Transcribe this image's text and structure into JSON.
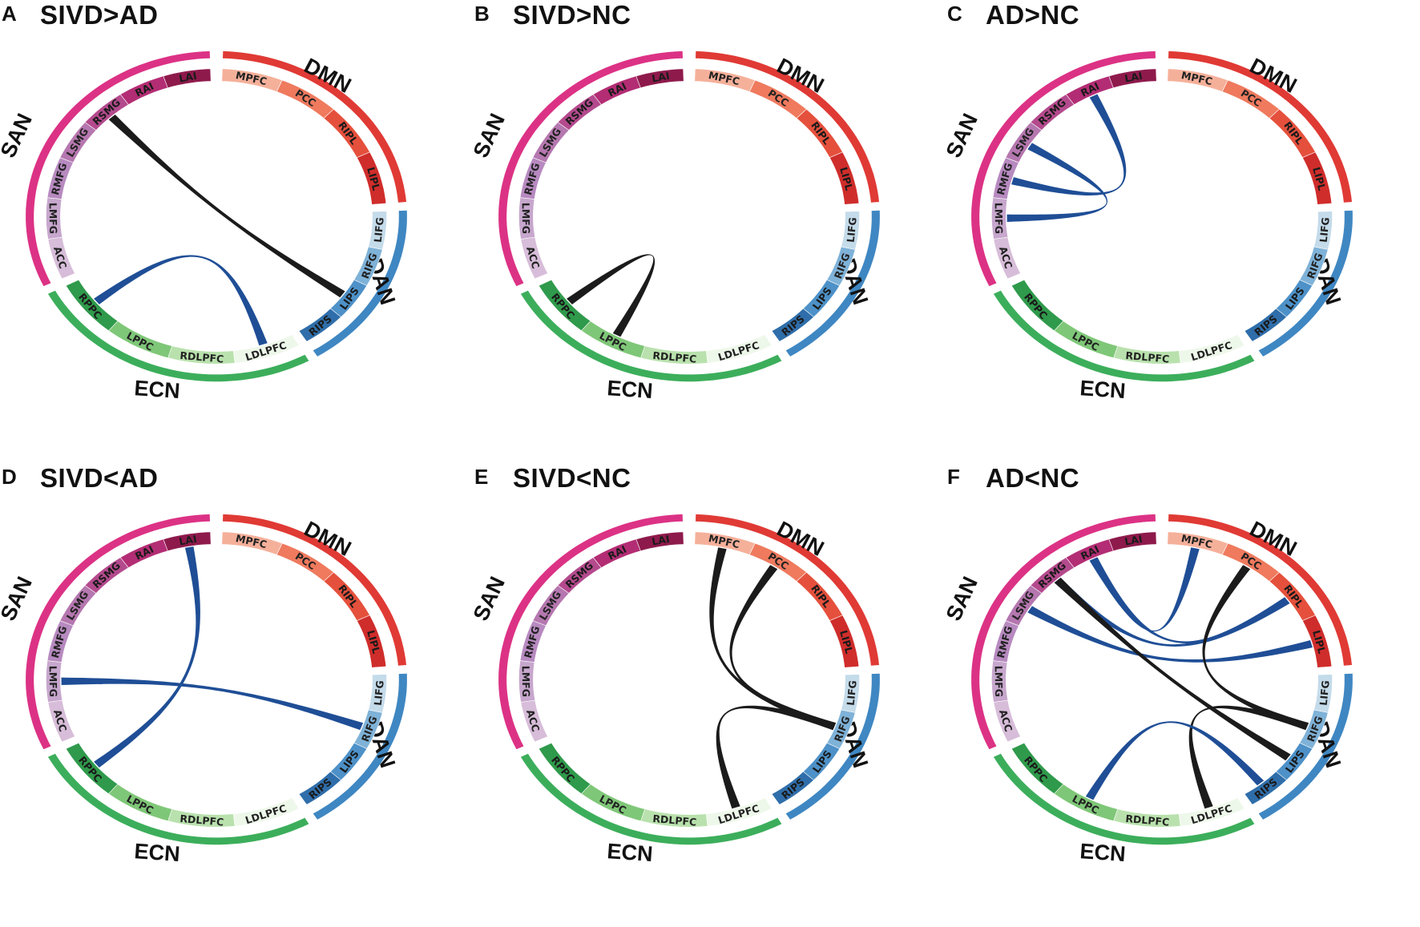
{
  "figure": {
    "panels": [
      {
        "letter": "A",
        "title": "SIVD>AD",
        "edges": [
          {
            "from": "RSMG",
            "to": "LIPS",
            "color": "black"
          },
          {
            "from": "RPPC",
            "to": "LDLPFC",
            "color": "blue"
          }
        ]
      },
      {
        "letter": "B",
        "title": "SIVD>NC",
        "edges": [
          {
            "from": "RPPC",
            "to": "LPPC",
            "color": "black"
          }
        ]
      },
      {
        "letter": "C",
        "title": "AD>NC",
        "edges": [
          {
            "from": "RAI",
            "to": "RMFG",
            "color": "blue"
          },
          {
            "from": "LSMG",
            "to": "LMFG",
            "color": "blue"
          }
        ]
      },
      {
        "letter": "D",
        "title": "SIVD<AD",
        "edges": [
          {
            "from": "LAI",
            "to": "RPPC",
            "color": "blue"
          },
          {
            "from": "LMFG",
            "to": "RIFG",
            "color": "blue"
          }
        ]
      },
      {
        "letter": "E",
        "title": "SIVD<NC",
        "edges": [
          {
            "from": "MPFC",
            "to": "RIFG",
            "color": "black"
          },
          {
            "from": "PCC",
            "to": "RIFG",
            "color": "black"
          },
          {
            "from": "RIFG",
            "to": "LDLPFC",
            "color": "black"
          }
        ]
      },
      {
        "letter": "F",
        "title": "AD<NC",
        "edges": [
          {
            "from": "RAI",
            "to": "MPFC",
            "color": "blue"
          },
          {
            "from": "RAI",
            "to": "RIPL",
            "color": "blue"
          },
          {
            "from": "RSMG",
            "to": "RIPL",
            "color": "blue"
          },
          {
            "from": "LSMG",
            "to": "LIPL",
            "color": "blue"
          },
          {
            "from": "RSMG",
            "to": "LIPS",
            "color": "black"
          },
          {
            "from": "PCC",
            "to": "RIFG",
            "color": "black"
          },
          {
            "from": "RIFG",
            "to": "LDLPFC",
            "color": "black"
          },
          {
            "from": "LPPC",
            "to": "RIPS",
            "color": "blue"
          }
        ]
      }
    ]
  },
  "networks": [
    {
      "name": "DMN",
      "color": "#e03a35",
      "regions": [
        {
          "name": "MPFC",
          "color": "#f5b09a"
        },
        {
          "name": "PCC",
          "color": "#ef7a5e"
        },
        {
          "name": "RIPL",
          "color": "#e5503c"
        },
        {
          "name": "LIPL",
          "color": "#cf2d2b"
        }
      ]
    },
    {
      "name": "DAN",
      "color": "#3f87c2",
      "regions": [
        {
          "name": "LIFG",
          "color": "#c4dbea"
        },
        {
          "name": "RIFG",
          "color": "#7fb2d8"
        },
        {
          "name": "LIPS",
          "color": "#4d91c8"
        },
        {
          "name": "RIPS",
          "color": "#2f6eaa"
        }
      ]
    },
    {
      "name": "ECN",
      "color": "#3cae5b",
      "regions": [
        {
          "name": "LDLPFC",
          "color": "#eef8ea"
        },
        {
          "name": "RDLPFC",
          "color": "#b9e1ad"
        },
        {
          "name": "LPPC",
          "color": "#7fc778"
        },
        {
          "name": "RPPC",
          "color": "#2f9a4b"
        }
      ]
    },
    {
      "name": "SAN",
      "color": "#dc3285",
      "regions": [
        {
          "name": "ACC",
          "color": "#d7bdd9"
        },
        {
          "name": "LMFG",
          "color": "#c7a7cd"
        },
        {
          "name": "RMFG",
          "color": "#b78ac0"
        },
        {
          "name": "LSMG",
          "color": "#b577af"
        },
        {
          "name": "RSMG",
          "color": "#b44a8d"
        },
        {
          "name": "RAI",
          "color": "#b32d74"
        },
        {
          "name": "LAI",
          "color": "#8e1a4c"
        }
      ]
    }
  ],
  "edge_colors": {
    "black": "#1b1b1b",
    "blue": "#1f4e96"
  }
}
